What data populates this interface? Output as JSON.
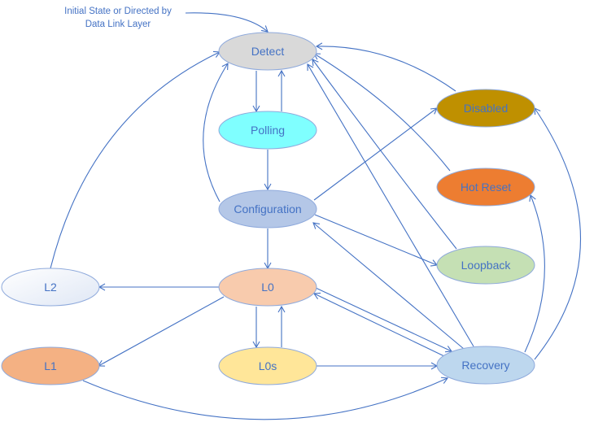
{
  "annotation": {
    "line1": "Initial State or Directed by",
    "line2": "Data  Link Layer"
  },
  "states": {
    "detect": {
      "label": "Detect",
      "color": "#d9d9d9"
    },
    "polling": {
      "label": "Polling",
      "color": "#7fffff"
    },
    "configuration": {
      "label": "Configuration",
      "color": "#b4c7e7"
    },
    "l0": {
      "label": "L0",
      "color": "#f8cbad"
    },
    "l0s": {
      "label": "L0s",
      "color": "#ffe699"
    },
    "l2": {
      "label": "L2",
      "color": "#ffffff"
    },
    "l1": {
      "label": "L1",
      "color": "#f4b183"
    },
    "disabled": {
      "label": "Disabled",
      "color": "#bf9000"
    },
    "hot_reset": {
      "label": "Hot Reset",
      "color": "#ed7d31"
    },
    "loopback": {
      "label": "Loopback",
      "color": "#c5e0b4"
    },
    "recovery": {
      "label": "Recovery",
      "color": "#bdd7ee"
    }
  },
  "edge_color": "#4472c4",
  "text_color": "#4472c4"
}
